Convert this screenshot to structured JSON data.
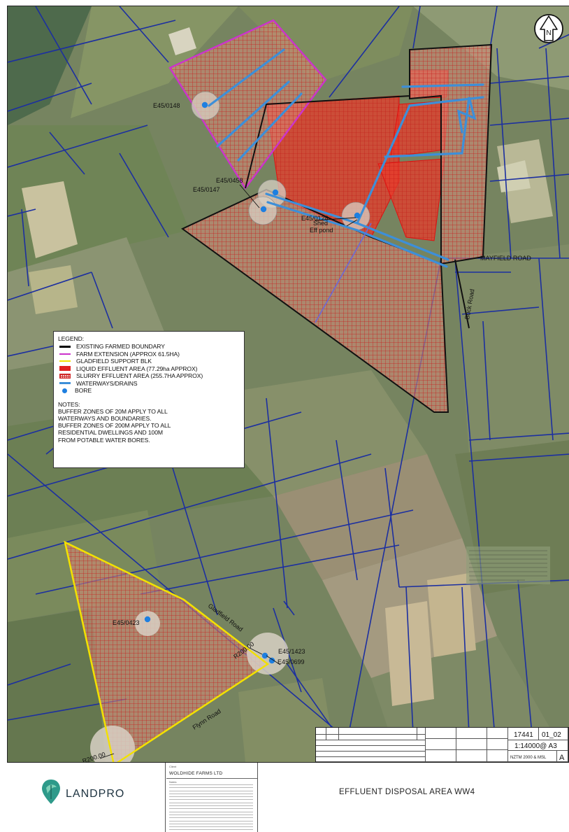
{
  "map": {
    "bore_labels": [
      "E45/0148",
      "E45/0458",
      "E45/0147",
      "E45/0128",
      "E45/0423",
      "E45/1423",
      "E45/0699"
    ],
    "pond_label_line1": "Shed",
    "pond_label_line2": "Eff pond",
    "road_labels": {
      "mayfield": "MAYFIELD ROAD",
      "buck": "Buck Road",
      "gladfield": "Gladfield Road",
      "flynn": "Flynn Road"
    },
    "radius_labels": [
      "R200.00",
      "R200.00"
    ]
  },
  "legend": {
    "title": "LEGEND:",
    "items": [
      {
        "label": "EXISTING FARMED BOUNDARY",
        "swatch": "black-line",
        "color": "#000000"
      },
      {
        "label": "FARM EXTENSION (APPROX 61.5HA)",
        "swatch": "magenta-line",
        "color": "#cc33cc"
      },
      {
        "label": "GLADFIELD SUPPORT BLK",
        "swatch": "yellow-line",
        "color": "#f2e000"
      },
      {
        "label": "LIQUID EFFLUENT AREA (77.29ha APPROX)",
        "swatch": "liquid-fill",
        "color": "#e02020"
      },
      {
        "label": "SLURRY EFFLUENT AREA (255.7HA APPROX)",
        "swatch": "slurry-hatch",
        "color": "#d02020"
      },
      {
        "label": "WATERWAYS/DRAINS",
        "swatch": "water-line",
        "color": "#3d8fd8"
      },
      {
        "label": "BORE",
        "swatch": "dot",
        "color": "#1e7fe0"
      }
    ],
    "notes": [
      "NOTES:",
      "BUFFER ZONES OF 20M APPLY TO ALL",
      "WATERWAYS AND BOUNDARIES.",
      "BUFFER ZONES OF 200M APPLY TO ALL",
      "RESIDENTIAL DWELLINGS AND 100M",
      "FROM POTABLE WATER BORES."
    ]
  },
  "north_arrow": {
    "label": "N"
  },
  "title_block": {
    "job_no": "17441",
    "drawing_no": "01_02",
    "scale": "1:14000@ A3",
    "datum": "NZTM 2000 & MSL",
    "revision": "A"
  },
  "footer": {
    "company": "LANDPRO",
    "client_label": "Client",
    "client": "WOLDHIDE FARMS LTD",
    "notes_label": "Notes",
    "drawing_title": "EFFLUENT DISPOSAL AREA WW4"
  }
}
